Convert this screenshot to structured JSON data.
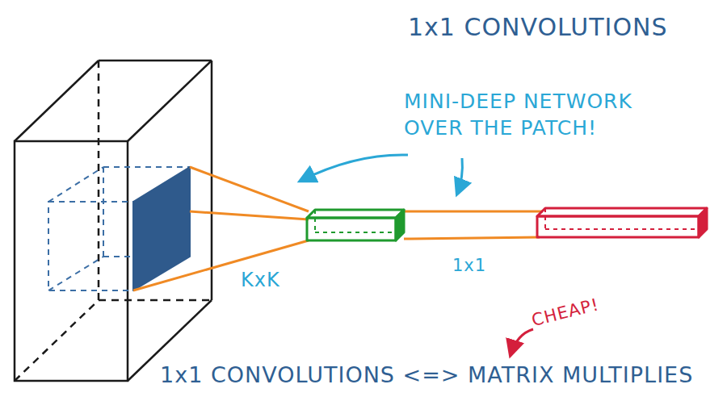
{
  "diagram": {
    "title": "1x1 CONVOLUTIONS",
    "caption": "1x1 CONVOLUTIONS <=> MATRIX MULTIPLIES",
    "labels": [
      "MINI-DEEP NETWORK OVER THE PATCH!",
      "KxK",
      "1x1",
      "CHEAP!"
    ]
  }
}
